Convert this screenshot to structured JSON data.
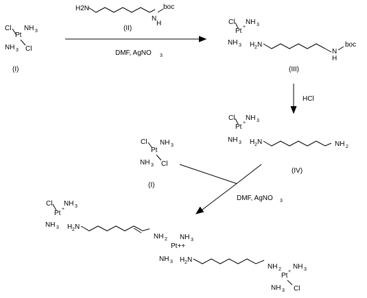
{
  "reagent_top": {
    "amine": "H2N",
    "nh": "N",
    "h": "H",
    "boc": "boc",
    "label": "(II)"
  },
  "arrow1": {
    "conditions": [
      "DMF, AgNO",
      "3"
    ]
  },
  "compound_I": {
    "cl1": "Cl",
    "pt": "Pt",
    "nh3_1": "NH",
    "nh3_2": "NH",
    "cl2": "Cl",
    "sub3": "3",
    "label": "(I)"
  },
  "compound_III": {
    "cl": "Cl",
    "pt": "Pt",
    "plus": "+",
    "nh3a": "NH",
    "nh3b": "NH",
    "h2n": "H",
    "n2": "2",
    "nlabel": "N",
    "nh": "N",
    "h": "H",
    "boc": "boc",
    "sub3": "3",
    "label": "(III)"
  },
  "arrow2": {
    "reagent": "HCl"
  },
  "compound_IV": {
    "cl": "Cl",
    "pt": "Pt",
    "plus": "+",
    "nh3a": "NH",
    "nh3b": "NH",
    "h2n_h": "H",
    "h2n_2": "2",
    "h2n_n": "N",
    "nh2": "NH",
    "sub3": "3",
    "sub2": "2",
    "label": "(IV)"
  },
  "compound_I_b": {
    "cl1": "Cl",
    "pt": "Pt",
    "nh3_1": "NH",
    "nh3_2": "NH",
    "cl2": "Cl",
    "sub3": "3",
    "label": "(I)"
  },
  "arrow3": {
    "conditions": [
      "DMF,  AgNO",
      "3"
    ]
  },
  "product": {
    "cl": "Cl",
    "pt": "Pt",
    "plus": "+",
    "nh": "NH",
    "sub3": "3",
    "sub2": "2",
    "h": "H",
    "n": "N",
    "nh2": "NH",
    "ptpp": "Pt++",
    "cl2": "Cl"
  }
}
